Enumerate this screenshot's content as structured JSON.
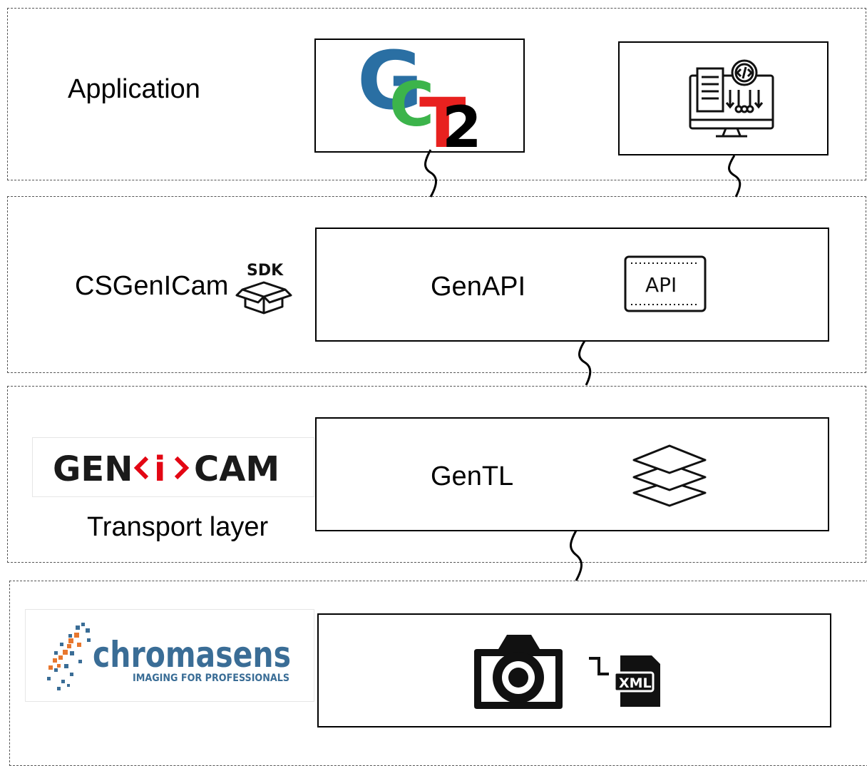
{
  "layers": {
    "application": {
      "label": "Application"
    },
    "sdk": {
      "label": "CSGenICam",
      "sdk_badge": "SDK"
    },
    "transport": {
      "label": "Transport layer"
    }
  },
  "boxes": {
    "genapi": {
      "label": "GenAPI",
      "badge": "API"
    },
    "gentl": {
      "label": "GenTL"
    },
    "camera": {
      "badge": "XML"
    }
  },
  "logos": {
    "gct2": {
      "g": "G",
      "c": "C",
      "t": "T",
      "two": "2"
    },
    "genicam": {
      "left": "GEN",
      "mid": "i",
      "right": "CAM"
    },
    "chromasens": {
      "name": "chromasens",
      "tagline": "IMAGING FOR PROFESSIONALS"
    }
  },
  "colors": {
    "gct2_blue": "#2a6fa3",
    "gct2_green": "#3cb44b",
    "gct2_red": "#e8211f",
    "genicam_red": "#e30613",
    "chromasens_blue": "#3a6d96",
    "chromasens_orange": "#e8772e"
  },
  "icons": [
    "software-development-monitor-icon",
    "sdk-box-icon",
    "api-badge-icon",
    "layers-stack-icon",
    "camera-icon",
    "xml-file-icon",
    "connector-squiggle-icon"
  ]
}
